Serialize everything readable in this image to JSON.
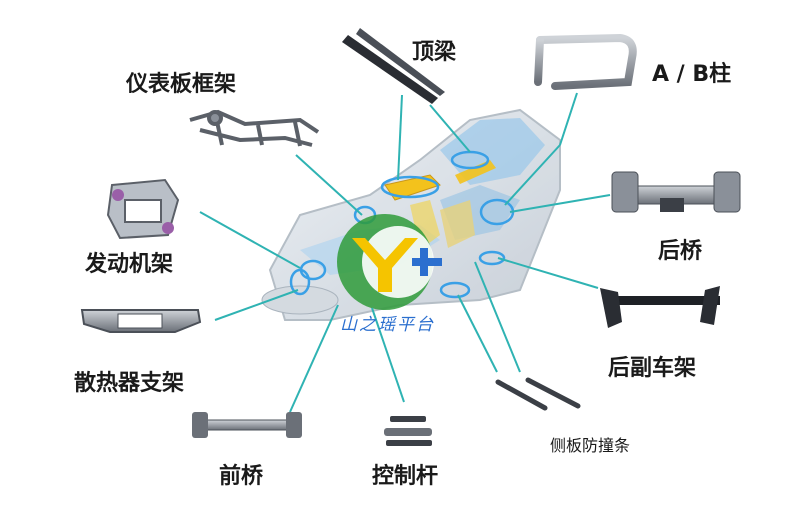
{
  "labels": {
    "roof_beam": "顶梁",
    "ab_pillar": "A / B柱",
    "dashboard_frame": "仪表板框架",
    "rear_axle": "后桥",
    "engine_cradle": "发动机架",
    "rear_subframe": "后副车架",
    "radiator_bracket": "散热器支架",
    "front_axle": "前桥",
    "control_arm": "控制杆",
    "side_impact_bar": "侧板防撞条"
  },
  "watermark": "山之瑶平台",
  "colors": {
    "leader_line": "#2fb3b3",
    "highlight_ring": "#3aa0e6",
    "part_yellow": "#f3c21c",
    "logo_green": "#2f9b3a",
    "logo_yellow": "#f5c400",
    "logo_blue": "#2b6fcf"
  }
}
